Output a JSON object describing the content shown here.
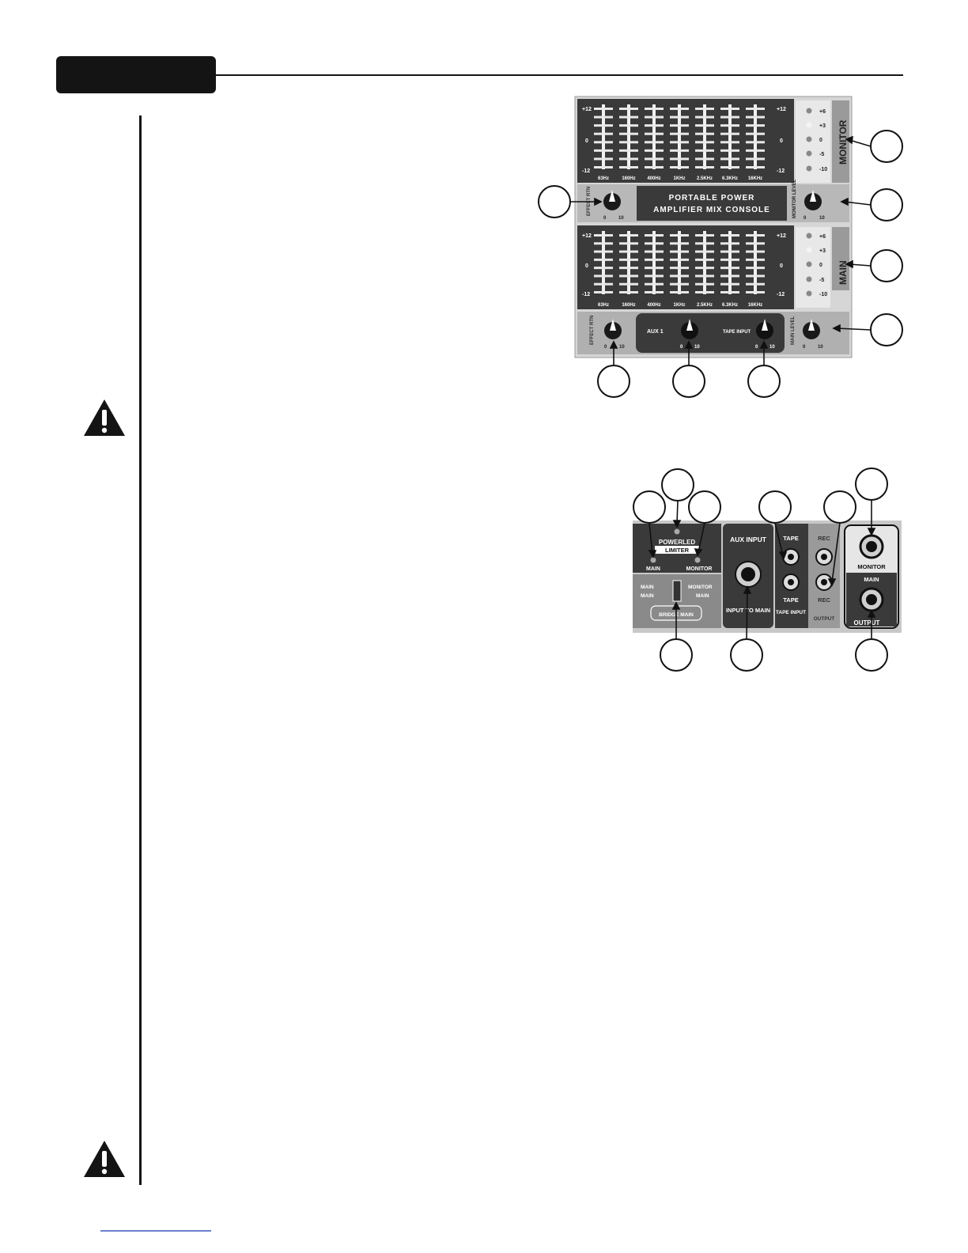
{
  "front_panel": {
    "eq_db_marks": [
      "+12",
      "0",
      "-12"
    ],
    "eq_bands": [
      "63Hz",
      "160Hz",
      "400Hz",
      "1KHz",
      "2.5KHz",
      "6.3KHz",
      "16KHz"
    ],
    "meter_levels": [
      "+6",
      "+3",
      "0",
      "-5",
      "-10"
    ],
    "monitor_label": "MONITOR",
    "main_label": "MAIN",
    "brand_line1": "PORTABLE POWER",
    "brand_line2": "AMPLIFIER MIX CONSOLE",
    "effect_rtn_monitor": "EFFECT RTN",
    "monitor_level": "MONITOR LEVEL",
    "effect_rtn_main": "EFFECT RTN",
    "aux1": "AUX 1",
    "tape_input": "TAPE INPUT",
    "main_level": "MAIN LEVEL",
    "knob_min": "0",
    "knob_max": "10"
  },
  "rear_panel": {
    "power_led": "POWERLED",
    "limiter": "LIMITER",
    "led_main": "MAIN",
    "led_monitor": "MONITOR",
    "switch_top_left": "MAIN",
    "switch_top_right": "MONITOR",
    "switch_bottom_left": "MAIN",
    "switch_bottom_right": "MAIN",
    "switch_caption": "BRIDGE MAIN",
    "aux_input": "AUX INPUT",
    "input_to_main": "INPUT TO MAIN",
    "tape_top": "TAPE",
    "tape_bottom": "TAPE",
    "tape_input": "TAPE INPUT",
    "rec_top": "REC",
    "rec_bottom": "REC",
    "output_small": "OUTPUT",
    "out_monitor": "MONITOR",
    "out_main": "MAIN",
    "output": "OUTPUT"
  }
}
